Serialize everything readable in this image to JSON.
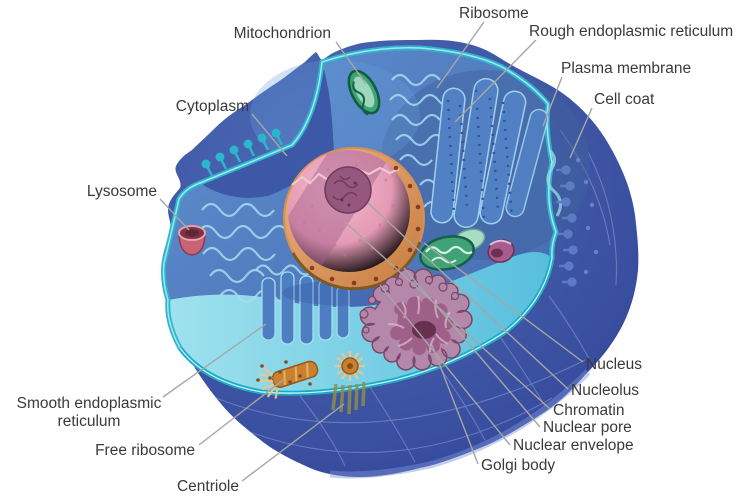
{
  "diagram": {
    "type": "labeled-biology-diagram",
    "subject": "Animal cell cutaway with labeled organelles",
    "background": "#ffffff",
    "labels": {
      "ribosome": "Ribosome",
      "mitochondrion": "Mitochondrion",
      "rough_er": "Rough endoplasmic reticulum",
      "plasma_membrane": "Plasma membrane",
      "cell_coat": "Cell coat",
      "cytoplasm": "Cytoplasm",
      "lysosome": "Lysosome",
      "smooth_er_line1": "Smooth endoplasmic",
      "smooth_er_line2": "reticulum",
      "free_ribosome": "Free ribosome",
      "centriole": "Centriole",
      "nucleus": "Nucleus",
      "nucleolus": "Nucleolus",
      "chromatin": "Chromatin",
      "nuclear_pore": "Nuclear pore",
      "nuclear_envelope": "Nuclear envelope",
      "golgi_body": "Golgi body"
    },
    "colors": {
      "label_text": "#3a3a3a",
      "leader_line": "#a6a6a6",
      "cell_exterior": "#3d55a3",
      "plasma_membrane": "#2cb6ce",
      "cytoplasm_wall": "#4e79c0",
      "cytosol_floor": "#8edce9",
      "er_membrane": "#a6dcf0",
      "nucleus_face": "#e89cb2",
      "nucleolus": "#95577d",
      "nuclear_envelope": "#d88f50",
      "mitochondrion": "#3fa377",
      "lysosome": "#c96273",
      "golgi": "#b488aa",
      "centriole": "#c9802f"
    }
  }
}
